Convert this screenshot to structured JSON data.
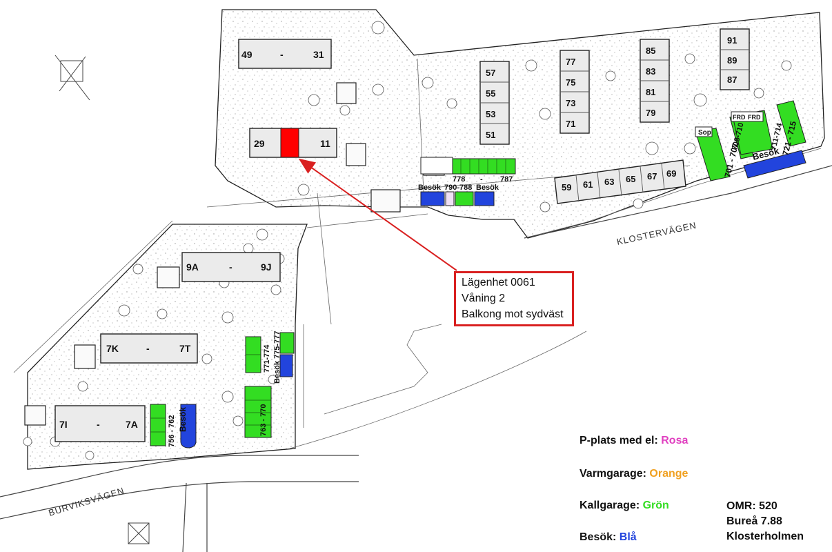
{
  "colors": {
    "selected": "#ff0000",
    "kallgarage": "#33dd22",
    "besok": "#2244dd",
    "el": "#e040c0",
    "varm": "#f0a020",
    "callout_border": "#d92020"
  },
  "buildings": {
    "b49_31": {
      "left": "49",
      "sep": "-",
      "right": "31"
    },
    "b29_11": {
      "left": "29",
      "right": "11"
    },
    "col_a": [
      "57",
      "55",
      "53",
      "51"
    ],
    "col_b": [
      "77",
      "75",
      "73",
      "71"
    ],
    "col_c": [
      "85",
      "83",
      "81",
      "79"
    ],
    "col_d": [
      "91",
      "89",
      "87"
    ],
    "row_59_69": [
      "59",
      "61",
      "63",
      "65",
      "67",
      "69"
    ],
    "b9": {
      "left": "9A",
      "sep": "-",
      "right": "9J"
    },
    "b7k": {
      "left": "7K",
      "sep": "-",
      "right": "7T"
    },
    "b7i": {
      "left": "7I",
      "sep": "-",
      "right": "7A"
    }
  },
  "parking": {
    "p778_787": {
      "left": "778",
      "sep": "-",
      "right": "787"
    },
    "besok_790": {
      "left": "Besök",
      "mid": "790-788",
      "right": "Besök"
    },
    "sop": "Sop",
    "p701_707": "701 - 707",
    "p708_710": "708-710",
    "frd": [
      "FRD",
      "FRD"
    ],
    "p711_714": "711-714",
    "p721_715": "721 - 715",
    "besok_east": "Besök",
    "p771_774": "771-774",
    "besok_775": "Besök 775-777",
    "p763_770": "763  -  770",
    "p756_762": "756 - 762",
    "besok_sw": "Besök"
  },
  "roads": {
    "klostervagen": "KLOSTERVÄGEN",
    "burviksvagen": "BURVIKSVÄGEN"
  },
  "callout": {
    "line1": "Lägenhet 0061",
    "line2": "Våning 2",
    "line3": "Balkong mot sydväst"
  },
  "legend": {
    "el_label": "P-plats med el: ",
    "el_value": "Rosa",
    "varm_label": "Varmgarage: ",
    "varm_value": "Orange",
    "kall_label": "Kallgarage: ",
    "kall_value": "Grön",
    "besok_label": "Besök: ",
    "besok_value": "Blå"
  },
  "area": {
    "omr": "OMR: 520",
    "address": "Bureå 7.88",
    "name": "Klosterholmen"
  }
}
